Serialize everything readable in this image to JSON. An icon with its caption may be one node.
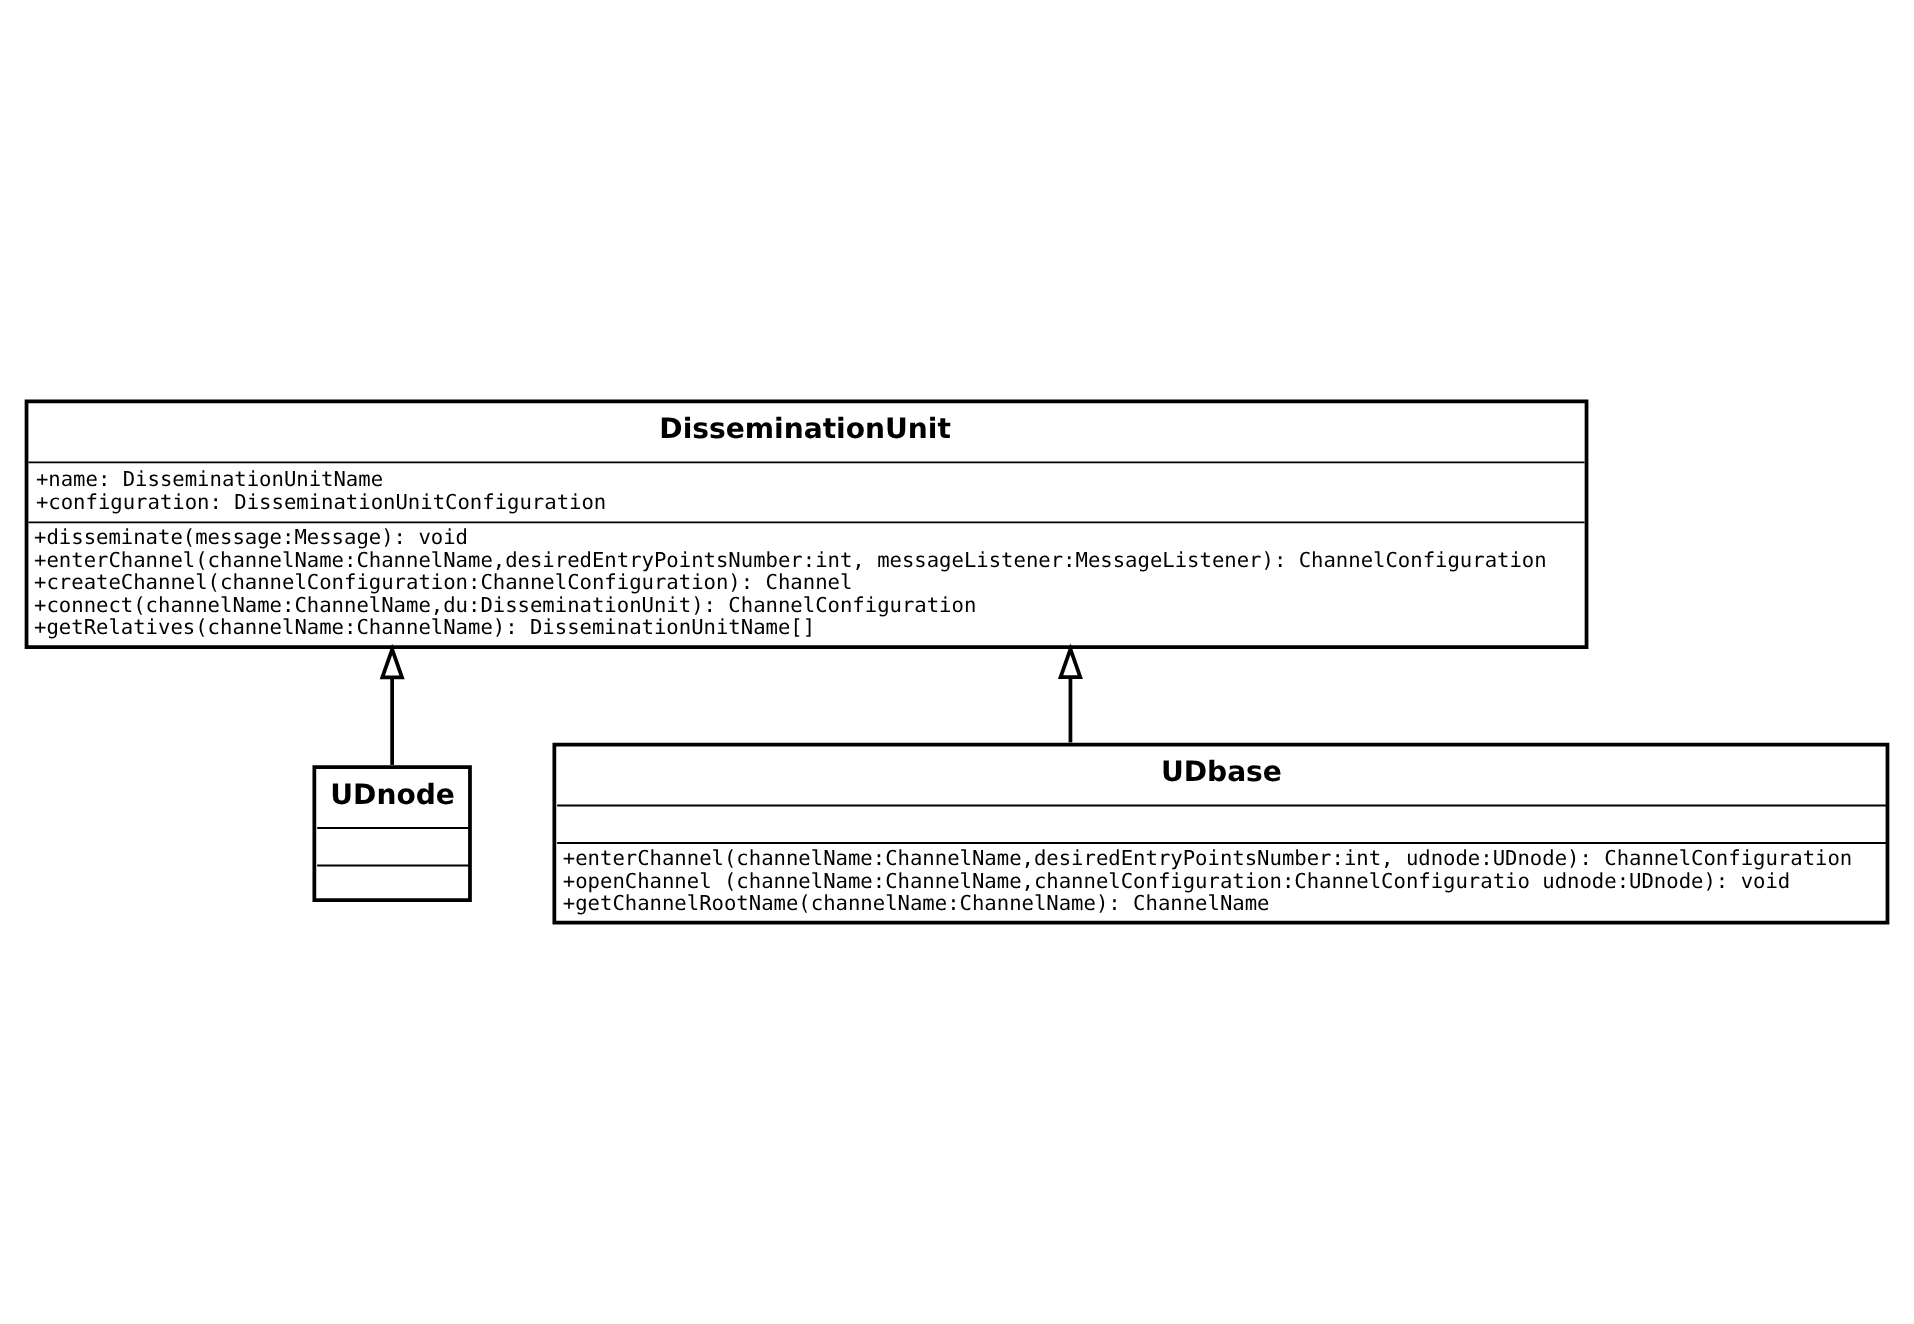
{
  "diagram": {
    "nodes": [
      {
        "text": [
          "DisseminationUnit",
          "+name: DisseminationUnitName",
          "+configuration: DisseminationUnitConfiguration",
          "+disseminate(message:Message): void",
          "+enterChannel(channelName:ChannelName,desiredEntryPointsNumber:int, messageListener:MessageListener): ChannelConfiguration",
          "+createChannel(channelConfiguration:ChannelConfiguration): Channel",
          "+connect(channelName:ChannelName,du:DisseminationUnit): ChannelConfiguration",
          "+getRelatives(channelName:ChannelName): DisseminationUnitName[]"
        ]
      },
      {
        "text": [
          "UDnode"
        ]
      },
      {
        "text": [
          "UDbase",
          "+enterChannel(channelName:ChannelName,desiredEntryPointsNumber:int, udnode:UDnode): ChannelConfiguration",
          "+openChannel (channelName:ChannelName,channelConfiguration:ChannelConfiguratio udnode:UDnode): void",
          "+getChannelRootName(channelName:ChannelName): ChannelName"
        ]
      }
    ],
    "edges": [
      {
        "from": 1,
        "to": 0,
        "arrow": "to"
      },
      {
        "from": 2,
        "to": 0,
        "arrow": "to"
      }
    ]
  }
}
